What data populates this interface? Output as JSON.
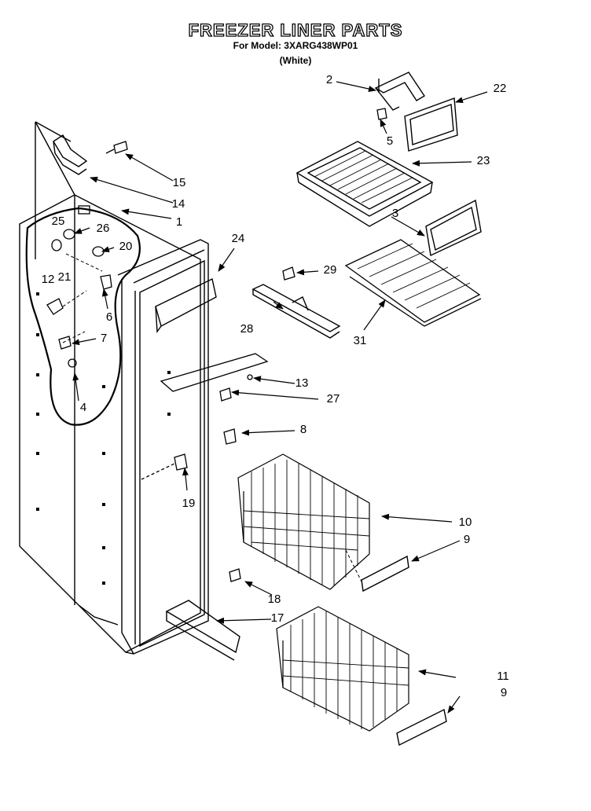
{
  "header": {
    "title": "FREEZER LINER PARTS",
    "model": "For Model: 3XARG438WP01",
    "color_note": "(White)"
  },
  "callouts": [
    {
      "id": "c1",
      "label": "1"
    },
    {
      "id": "c2",
      "label": "2"
    },
    {
      "id": "c3",
      "label": "3"
    },
    {
      "id": "c4",
      "label": "4"
    },
    {
      "id": "c5",
      "label": "5"
    },
    {
      "id": "c6",
      "label": "6"
    },
    {
      "id": "c7",
      "label": "7"
    },
    {
      "id": "c8",
      "label": "8"
    },
    {
      "id": "c9a",
      "label": "9"
    },
    {
      "id": "c9b",
      "label": "9"
    },
    {
      "id": "c10",
      "label": "10"
    },
    {
      "id": "c11",
      "label": "11"
    },
    {
      "id": "c12",
      "label": "12"
    },
    {
      "id": "c13",
      "label": "13"
    },
    {
      "id": "c14",
      "label": "14"
    },
    {
      "id": "c15",
      "label": "15"
    },
    {
      "id": "c17",
      "label": "17"
    },
    {
      "id": "c18",
      "label": "18"
    },
    {
      "id": "c19",
      "label": "19"
    },
    {
      "id": "c20",
      "label": "20"
    },
    {
      "id": "c21",
      "label": "21"
    },
    {
      "id": "c22",
      "label": "22"
    },
    {
      "id": "c23",
      "label": "23"
    },
    {
      "id": "c24",
      "label": "24"
    },
    {
      "id": "c25",
      "label": "25"
    },
    {
      "id": "c26",
      "label": "26"
    },
    {
      "id": "c27",
      "label": "27"
    },
    {
      "id": "c28",
      "label": "28"
    },
    {
      "id": "c29",
      "label": "29"
    },
    {
      "id": "c31",
      "label": "31"
    }
  ]
}
